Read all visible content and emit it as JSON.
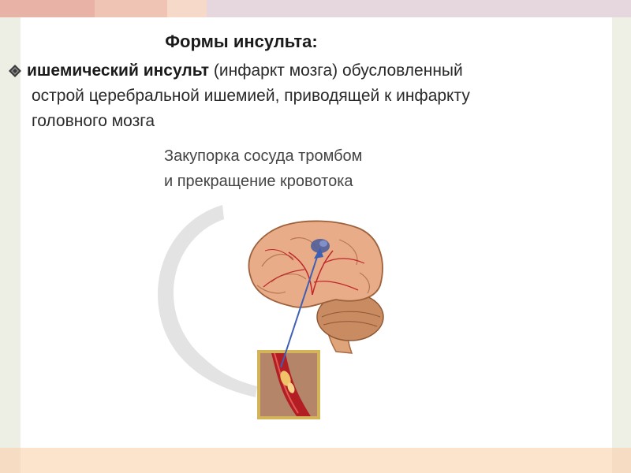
{
  "slide": {
    "title": "Формы инсульта:",
    "bullet": {
      "bold_term": "ишемический инсульт",
      "paren_text": " (инфаркт мозга) обусловленный",
      "line2": "острой церебральной ишемией, приводящей к инфаркту",
      "line3": "головного мозга"
    },
    "caption": {
      "line1": "Закупорка сосуда тромбом",
      "line2": "и прекращение кровотока"
    }
  },
  "colors": {
    "brain": "#e6a784",
    "vessel_red": "#b21e23",
    "clot_blue": "#3f5fb4",
    "frame_gold": "#d4b458"
  }
}
